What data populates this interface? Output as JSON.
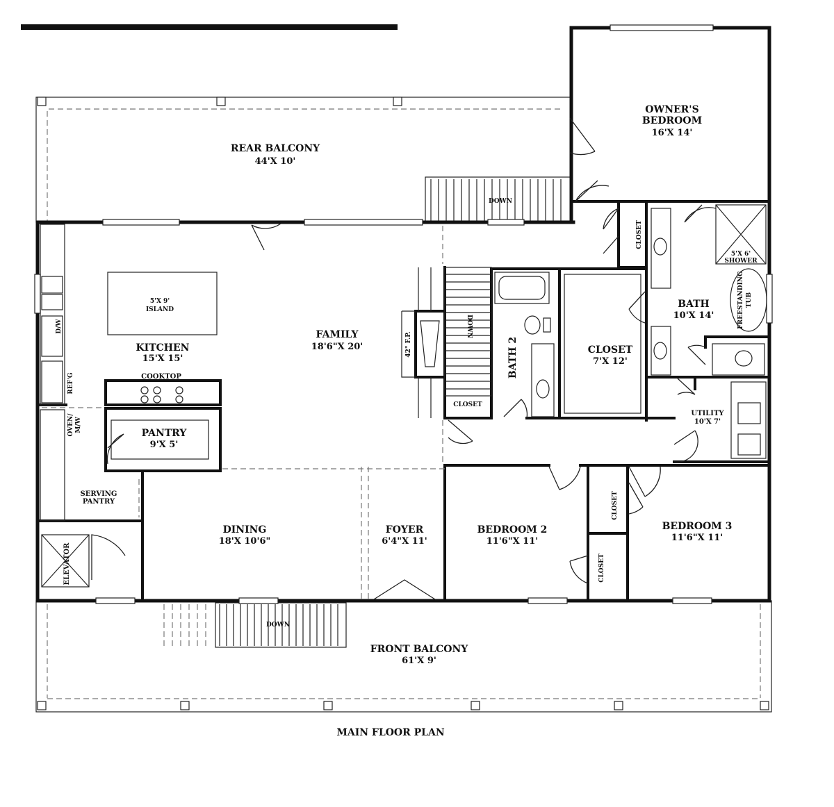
{
  "caption": "MAIN FLOOR PLAN",
  "rooms": {
    "rear_balcony": {
      "name": "REAR BALCONY",
      "dim": "44'X 10'"
    },
    "owners_bedroom": {
      "name1": "OWNER'S",
      "name2": "BEDROOM",
      "dim": "16'X 14'"
    },
    "family": {
      "name": "FAMILY",
      "dim": "18'6\"X 20'"
    },
    "kitchen": {
      "name": "KITCHEN",
      "dim": "15'X 15'"
    },
    "island": {
      "dim": "5'X 9'",
      "name": "ISLAND"
    },
    "pantry": {
      "name": "PANTRY",
      "dim": "9'X 5'"
    },
    "serving_pantry": {
      "name1": "SERVING",
      "name2": "PANTRY"
    },
    "dining": {
      "name": "DINING",
      "dim": "18'X 10'6\""
    },
    "foyer": {
      "name": "FOYER",
      "dim": "6'4\"X 11'"
    },
    "bedroom2": {
      "name": "BEDROOM 2",
      "dim": "11'6\"X 11'"
    },
    "bedroom3": {
      "name": "BEDROOM 3",
      "dim": "11'6\"X 11'"
    },
    "closet_main": {
      "name": "CLOSET",
      "dim": "7'X 12'"
    },
    "bath": {
      "name": "BATH",
      "dim": "10'X 14'"
    },
    "utility": {
      "name": "UTILITY",
      "dim": "10'X 7'"
    },
    "bath2": {
      "name": "BATH 2"
    },
    "front_balcony": {
      "name": "FRONT BALCONY",
      "dim": "61'X 9'"
    }
  },
  "labels": {
    "cooktop": "COOKTOP",
    "refg": "REF'G",
    "dw": "D/W",
    "oven1": "OVEN/",
    "oven2": "M/W",
    "elevator": "ELEVATOR",
    "fireplace": "42\" F.P.",
    "closet": "CLOSET",
    "shower1": "5'X 6'",
    "shower2": "SHOWER",
    "tub1": "FREESTANDING",
    "tub2": "TUB",
    "down": "DOWN"
  }
}
